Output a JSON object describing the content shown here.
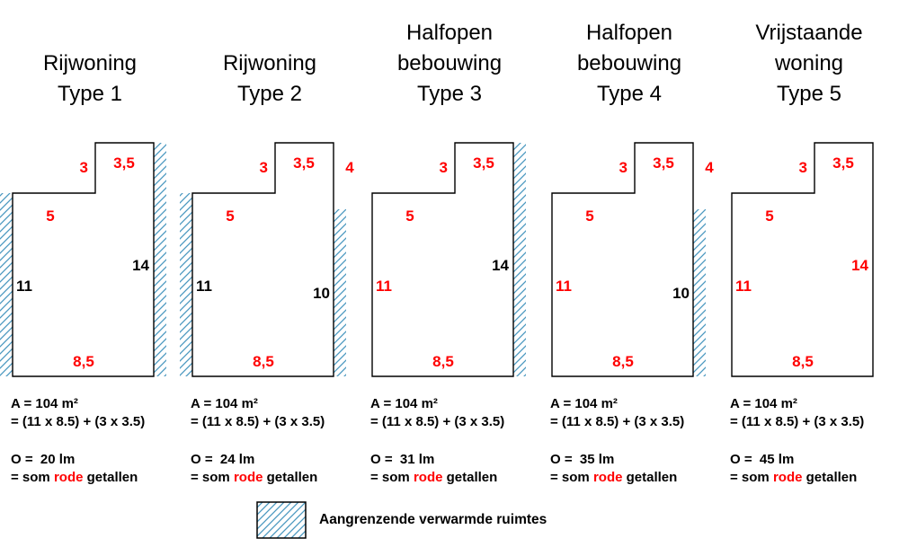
{
  "colors": {
    "red": "#ff0000",
    "black": "#000000",
    "hatch_blue": "#4a98c0"
  },
  "legend": {
    "label": "Aangrenzende verwarmde ruimtes"
  },
  "types": [
    {
      "id": "type-1",
      "title_lines": [
        "Rijwoning",
        "Type 1"
      ],
      "area_line1": "A = 104 m²",
      "area_line2": "= (11 x 8.5) + (3 x 3.5)",
      "perimeter_line": "O =  20 lm",
      "sum_prefix": "= som ",
      "sum_red": "rode",
      "sum_suffix": " getallen",
      "hatched_walls": [
        "left",
        "right"
      ],
      "labels": {
        "bump_left": {
          "text": "3",
          "color": "#ff0000"
        },
        "bump_top": {
          "text": "3,5",
          "color": "#ff0000"
        },
        "top": {
          "text": "5",
          "color": "#ff0000"
        },
        "left": {
          "text": "11",
          "color": "#000000"
        },
        "right": {
          "text": "14",
          "color": "#000000"
        },
        "bottom": {
          "text": "8,5",
          "color": "#ff0000"
        }
      }
    },
    {
      "id": "type-2",
      "title_lines": [
        "Rijwoning",
        "Type 2"
      ],
      "area_line1": "A = 104 m²",
      "area_line2": "= (11 x 8.5) + (3 x 3.5)",
      "perimeter_line": "O =  24 lm",
      "sum_prefix": "= som ",
      "sum_red": "rode",
      "sum_suffix": " getallen",
      "hatched_walls": [
        "left",
        "right-lower"
      ],
      "labels": {
        "bump_left": {
          "text": "3",
          "color": "#ff0000"
        },
        "bump_top": {
          "text": "3,5",
          "color": "#ff0000"
        },
        "bump_right": {
          "text": "4",
          "color": "#ff0000"
        },
        "top": {
          "text": "5",
          "color": "#ff0000"
        },
        "left": {
          "text": "11",
          "color": "#000000"
        },
        "right_lower": {
          "text": "10",
          "color": "#000000"
        },
        "bottom": {
          "text": "8,5",
          "color": "#ff0000"
        }
      }
    },
    {
      "id": "type-3",
      "title_lines": [
        "Halfopen",
        "bebouwing",
        "Type 3"
      ],
      "area_line1": "A = 104 m²",
      "area_line2": "= (11 x 8.5) + (3 x 3.5)",
      "perimeter_line": "O =  31 lm",
      "sum_prefix": "= som ",
      "sum_red": "rode",
      "sum_suffix": " getallen",
      "hatched_walls": [
        "right"
      ],
      "labels": {
        "bump_left": {
          "text": "3",
          "color": "#ff0000"
        },
        "bump_top": {
          "text": "3,5",
          "color": "#ff0000"
        },
        "top": {
          "text": "5",
          "color": "#ff0000"
        },
        "left": {
          "text": "11",
          "color": "#ff0000"
        },
        "right": {
          "text": "14",
          "color": "#000000"
        },
        "bottom": {
          "text": "8,5",
          "color": "#ff0000"
        }
      }
    },
    {
      "id": "type-4",
      "title_lines": [
        "Halfopen",
        "bebouwing",
        "Type 4"
      ],
      "area_line1": "A = 104 m²",
      "area_line2": "= (11 x 8.5) + (3 x 3.5)",
      "perimeter_line": "O =  35 lm",
      "sum_prefix": "= som ",
      "sum_red": "rode",
      "sum_suffix": " getallen",
      "hatched_walls": [
        "right-lower"
      ],
      "labels": {
        "bump_left": {
          "text": "3",
          "color": "#ff0000"
        },
        "bump_top": {
          "text": "3,5",
          "color": "#ff0000"
        },
        "bump_right": {
          "text": "4",
          "color": "#ff0000"
        },
        "top": {
          "text": "5",
          "color": "#ff0000"
        },
        "left": {
          "text": "11",
          "color": "#ff0000"
        },
        "right_lower": {
          "text": "10",
          "color": "#000000"
        },
        "bottom": {
          "text": "8,5",
          "color": "#ff0000"
        }
      }
    },
    {
      "id": "type-5",
      "title_lines": [
        "Vrijstaande",
        "woning",
        "Type 5"
      ],
      "area_line1": "A = 104 m²",
      "area_line2": "= (11 x 8.5) + (3 x 3.5)",
      "perimeter_line": "O =  45 lm",
      "sum_prefix": "= som ",
      "sum_red": "rode",
      "sum_suffix": " getallen",
      "hatched_walls": [],
      "labels": {
        "bump_left": {
          "text": "3",
          "color": "#ff0000"
        },
        "bump_top": {
          "text": "3,5",
          "color": "#ff0000"
        },
        "top": {
          "text": "5",
          "color": "#ff0000"
        },
        "left": {
          "text": "11",
          "color": "#ff0000"
        },
        "right": {
          "text": "14",
          "color": "#ff0000"
        },
        "bottom": {
          "text": "8,5",
          "color": "#ff0000"
        }
      }
    }
  ]
}
